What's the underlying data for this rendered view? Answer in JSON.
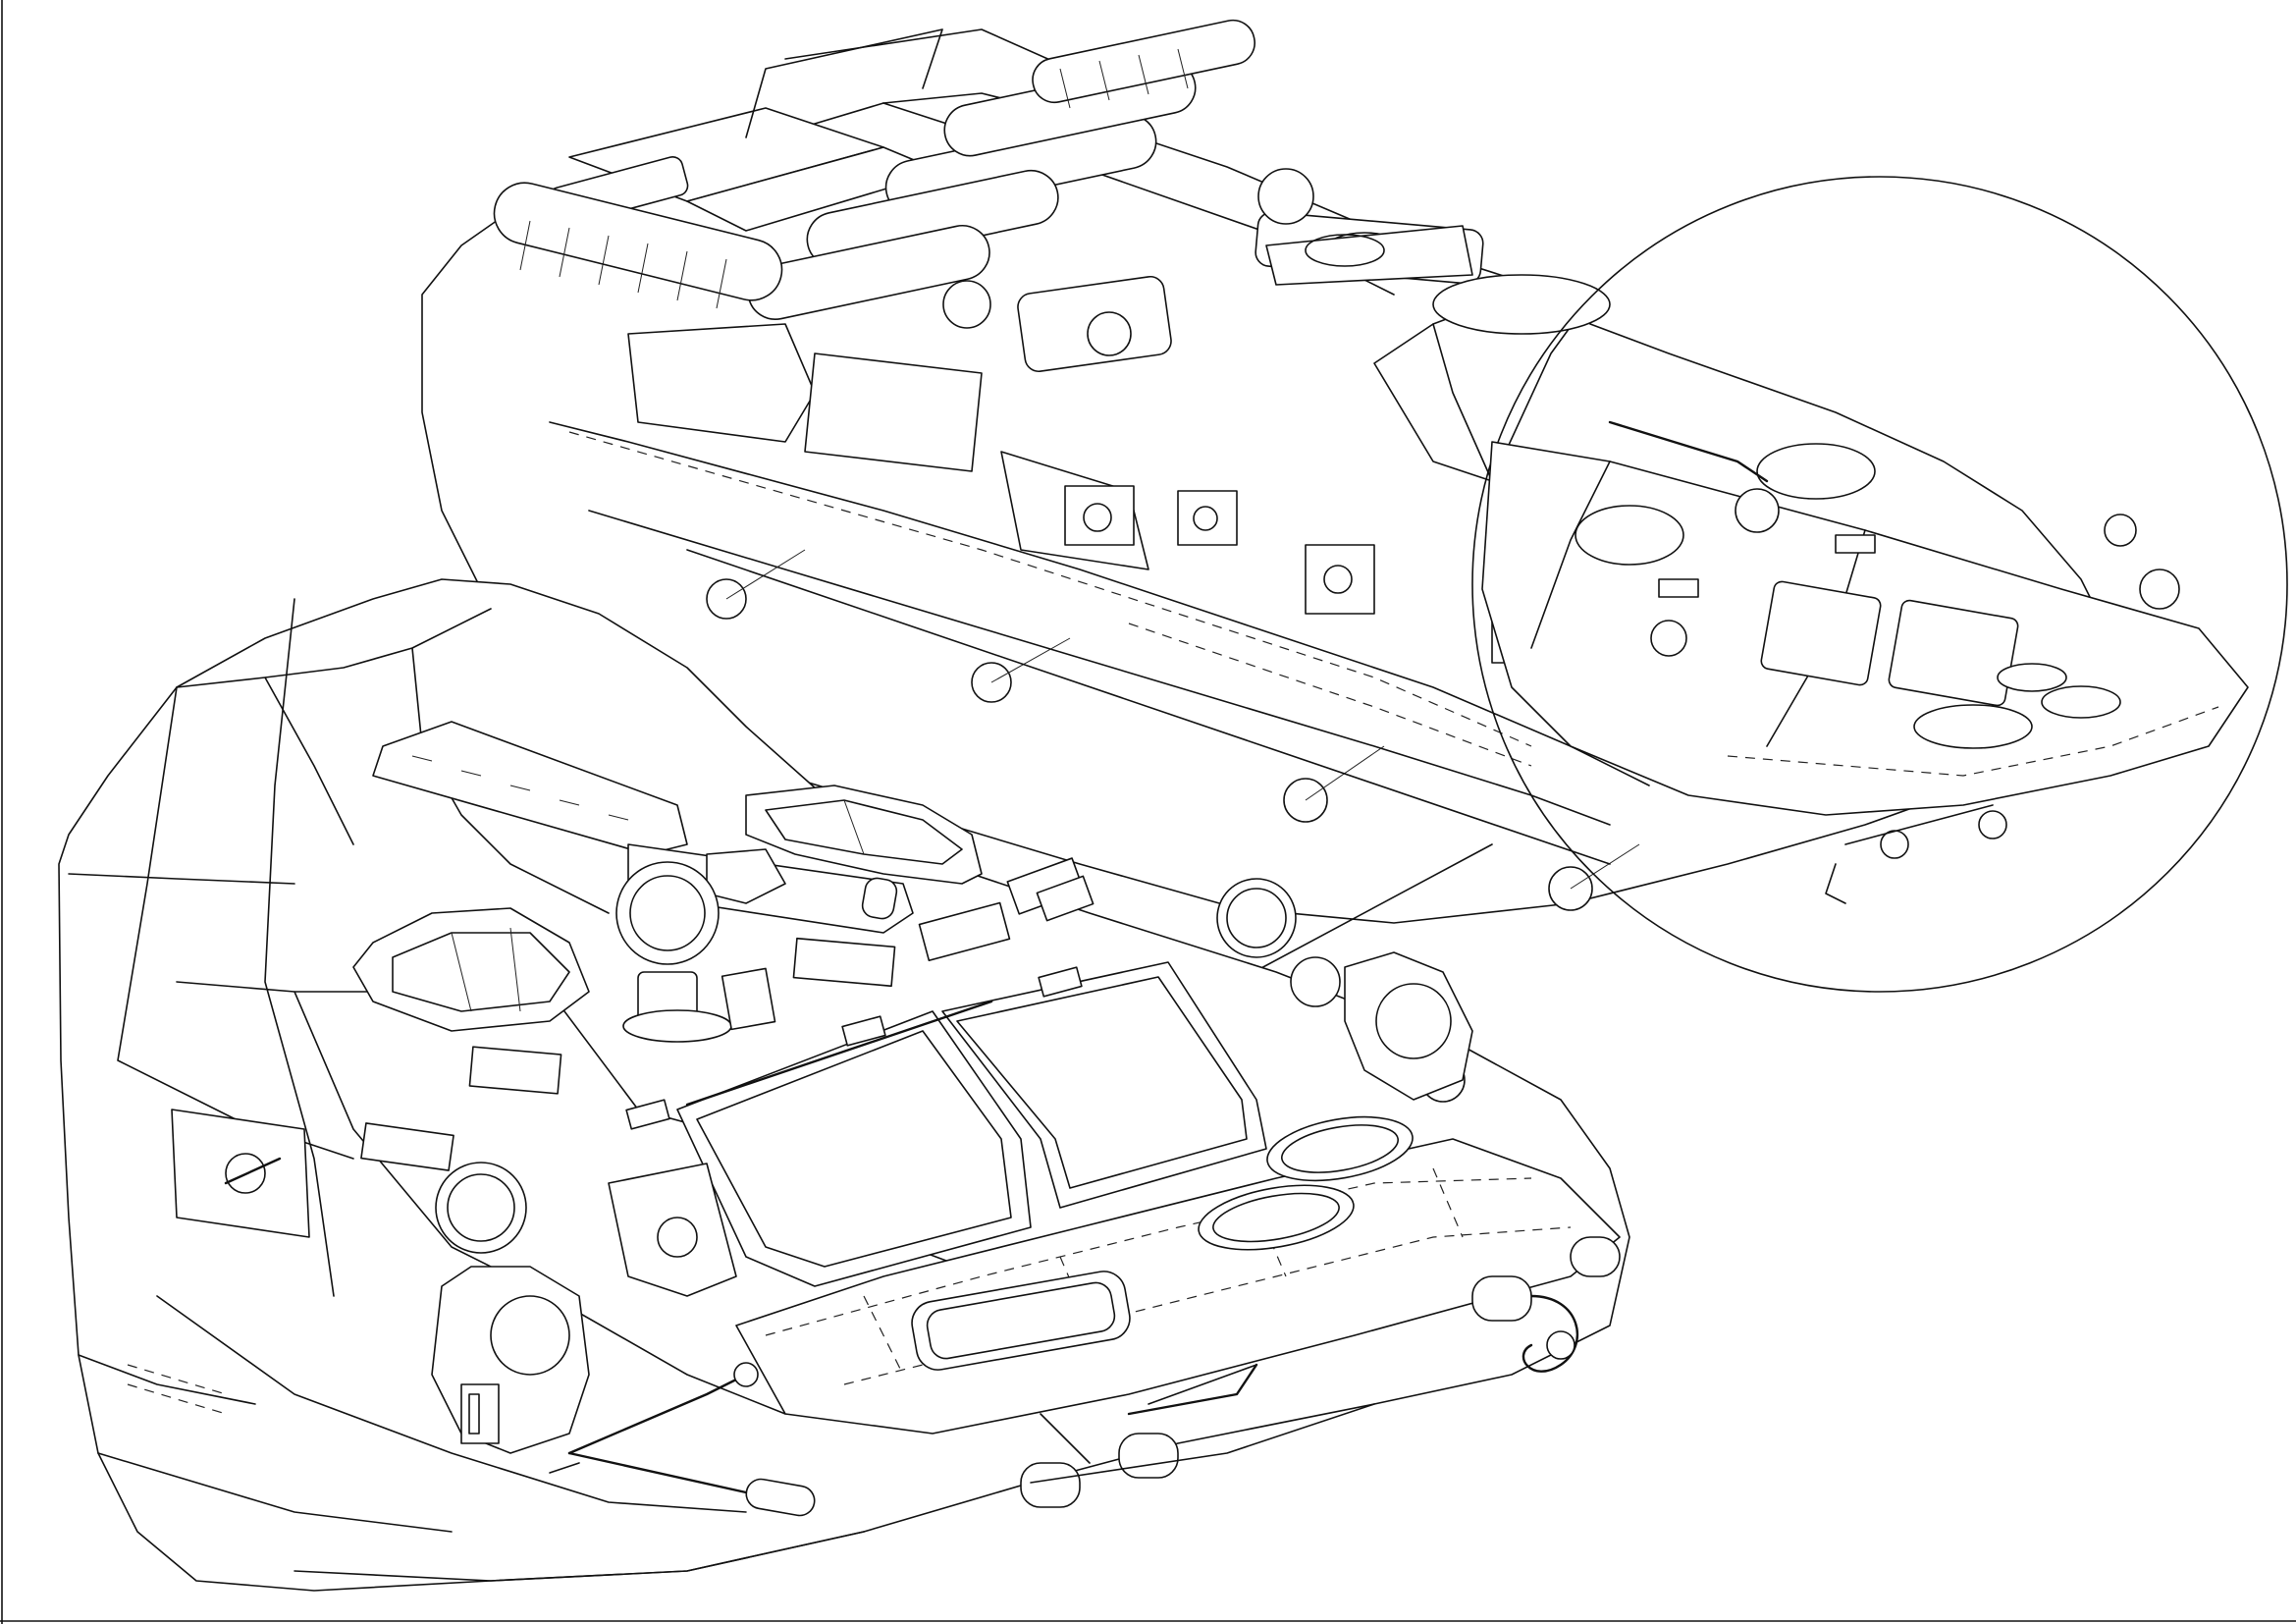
{
  "drawing": {
    "line_color": "#111111",
    "background": "#ffffff",
    "views": [
      "full-vehicle-view",
      "front-detail-view",
      "magnifier-circle"
    ]
  }
}
